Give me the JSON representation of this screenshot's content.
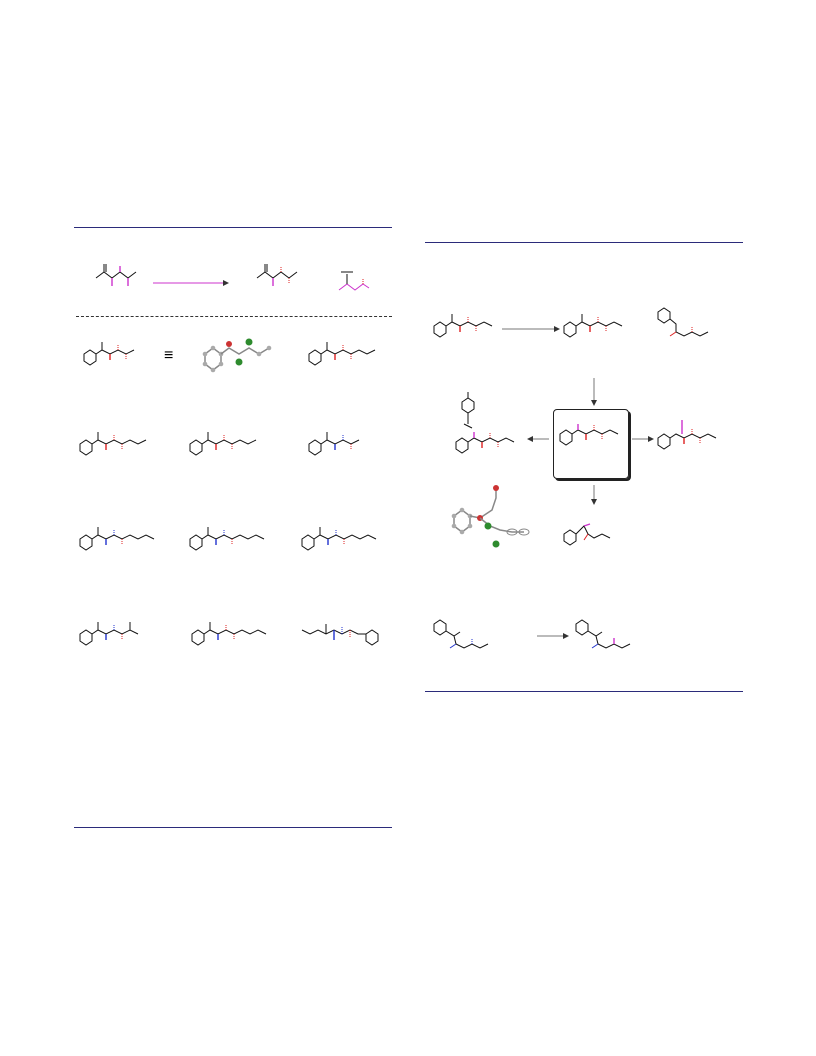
{
  "page": {
    "width": 816,
    "height": 1056,
    "background": "#ffffff"
  },
  "colors": {
    "rule": "#2b2b7a",
    "iodo": "#cc33cc",
    "oxy": "#dd2222",
    "amino": "#2233cc",
    "bond": "#111111",
    "halogen": "#2e8b2e"
  },
  "scheme_left": {
    "equivalence_symbol": "≡",
    "reaction": {
      "arrow_color": "#cc33cc"
    }
  },
  "scheme_right": {
    "products": [],
    "boxed_intermediate": "boxed"
  }
}
